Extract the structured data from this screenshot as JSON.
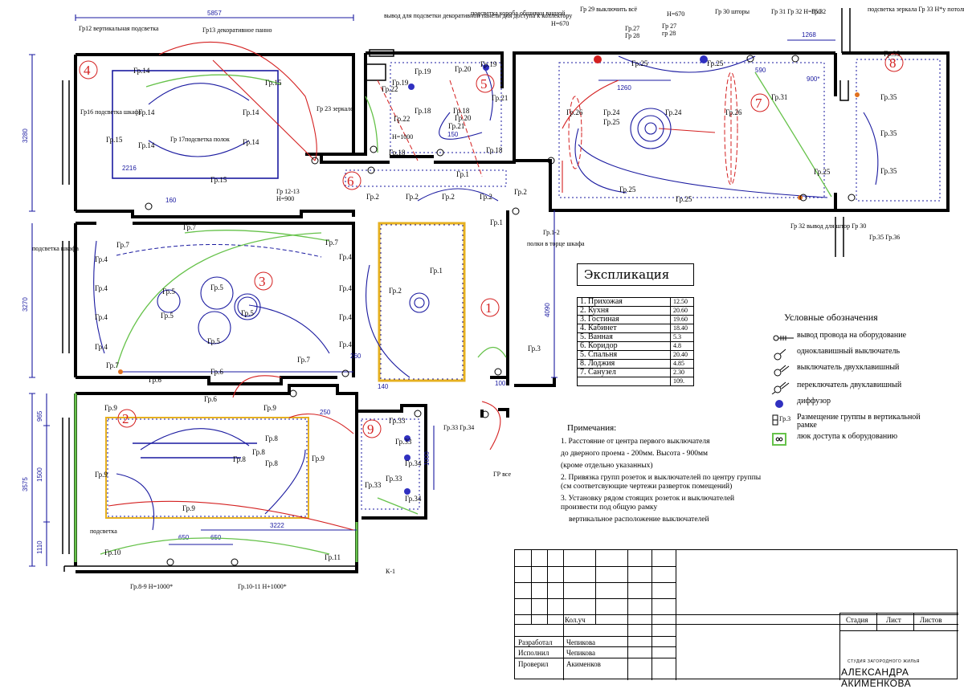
{
  "rooms": {
    "r1": "1",
    "r2": "2",
    "r3": "3",
    "r4": "4",
    "r5": "5",
    "r6": "6",
    "r7": "7",
    "r8": "8",
    "r9": "9"
  },
  "dims": {
    "top": "5857",
    "left_top": "3280",
    "left_mid": "3270",
    "left_bot": "3575",
    "s965": "965",
    "s1500": "1500",
    "s1110": "1110",
    "d4090": "4090",
    "d2216": "2216",
    "d160": "160",
    "d1260": "1260",
    "d1268": "1268",
    "d590": "590",
    "d900": "900*",
    "d150": "150",
    "d260": "260",
    "d250": "250",
    "d140": "140",
    "d100": "100",
    "d3222": "3222",
    "d650a": "650",
    "d650b": "650",
    "d1000": "1000"
  },
  "labels": {
    "gr12": "Гр12 вертикальная подсветка",
    "gr13": "Гр13 декоративное панно",
    "gr16": "Гр16 подсветка шкафа",
    "gr17": "Гр 17подсветка полок",
    "vyvod": "вывод для подсветки декоративной панели для доступа к коллектору",
    "korob": "подсветка короба обшивки ванной",
    "h670a": "H=670",
    "gr29": "Гр 29 выключить всё",
    "gr27a": "Гр.27",
    "gr28a": "Гр 28",
    "h670b": "H=670",
    "gr27b": "Гр 27",
    "gr28b": "гр 28",
    "gr30": "Гр 30 шторы",
    "gr31": "Гр 31 Гр 32 H=850",
    "gr32": "Гр.32",
    "gr33top": "подсветка зеркала Гр 33 H*у потолка",
    "podsv_shkafa": "подсветка шкафа",
    "gr23zerk": "Гр 23 зеркало",
    "h1000": "H=1000",
    "h900": "H=900",
    "gr1213": "Гр 12-13",
    "polki": "полки в торце шкафа",
    "gr12b": "Гр.1-2",
    "vyvod_shtor": "Гр 32 вывод для штор Гр 30",
    "gr3536": "Гр.35 Гр.36",
    "gr89": "Гр.8-9 H=1000*",
    "gr1011": "Гр.10-11 H+1000*",
    "podsvetka": "подсветка",
    "k1": "К-1",
    "gr_vse": "ГР все",
    "gr3334": "Гр.33 Гр.34"
  },
  "groups": [
    "Гр.1",
    "Гр.2",
    "Гр.3",
    "Гр.4",
    "Гр.5",
    "Гр.6",
    "Гр.7",
    "Гр.8",
    "Гр.9",
    "Гр.10",
    "Гр.11",
    "Гр.14",
    "Гр.15",
    "Гр.18",
    "Гр.19",
    "Гр.20",
    "Гр.21",
    "Гр.22",
    "Гр.24",
    "Гр.25",
    "Гр.26",
    "Гр.31",
    "Гр.33",
    "Гр.34",
    "Гр.35"
  ],
  "explication": {
    "title": "Экспликация",
    "rows": [
      {
        "name": "1. Прихожая",
        "area": "12.50"
      },
      {
        "name": "2. Кухня",
        "area": "20.60"
      },
      {
        "name": "3. Гостиная",
        "area": "19.60"
      },
      {
        "name": "4. Кабинет",
        "area": "18.40"
      },
      {
        "name": "5. Ванная",
        "area": "5.3"
      },
      {
        "name": "6. Коридор",
        "area": "4.8"
      },
      {
        "name": "5. Спальня",
        "area": "20.40"
      },
      {
        "name": "8. Лоджия",
        "area": "4.85"
      },
      {
        "name": "7. Санузел",
        "area": "2.30"
      },
      {
        "name": "",
        "area": "109."
      }
    ]
  },
  "legend": {
    "title": "Условные обозначения",
    "items": [
      "вывод провода на оборудование",
      "одноклавишный выключатель",
      "выключатель двухклавишный",
      "переключатель двуклавишный",
      "диффузор",
      "Размещение группы в вертикальной рамке",
      "люк доступа к оборудованию"
    ],
    "gr3": "Гр.3"
  },
  "notes": {
    "title": "Примечания:",
    "n1a": "1. Расстояние от центра первого выключателя",
    "n1b": "до дверного проема - 200мм. Высота - 900мм",
    "n1c": "(кроме отдельно указанных)",
    "n2": "2. Привязка групп розеток и выключателей по центру группы (см соответсвующие чертежи разверток помещений)",
    "n3": "3. Установку рядом стоящих розеток и выключателей произвести под общую рамку",
    "n4": "вертикальное расположение выключателей"
  },
  "stamp": {
    "kol": "Кол.уч",
    "razr": "Разработал",
    "razr_name": "Чепикова",
    "isp": "Исполнил",
    "isp_name": "Чепикова",
    "prov": "Проверил",
    "prov_name": "Акименков",
    "stadia": "Стадия",
    "list": "Лист",
    "listov": "Листов",
    "studio": "СТУДИЯ ЗАГОРОДНОГО ЖИЛЬЯ",
    "author": "АЛЕКСАНДРА АКИМЕНКОВА"
  },
  "colors": {
    "wall": "#000000",
    "circuit_blue": "#1a1aa0",
    "circuit_red": "#d42020",
    "circuit_green": "#66c24a",
    "profile_yellow": "#e6b020"
  }
}
